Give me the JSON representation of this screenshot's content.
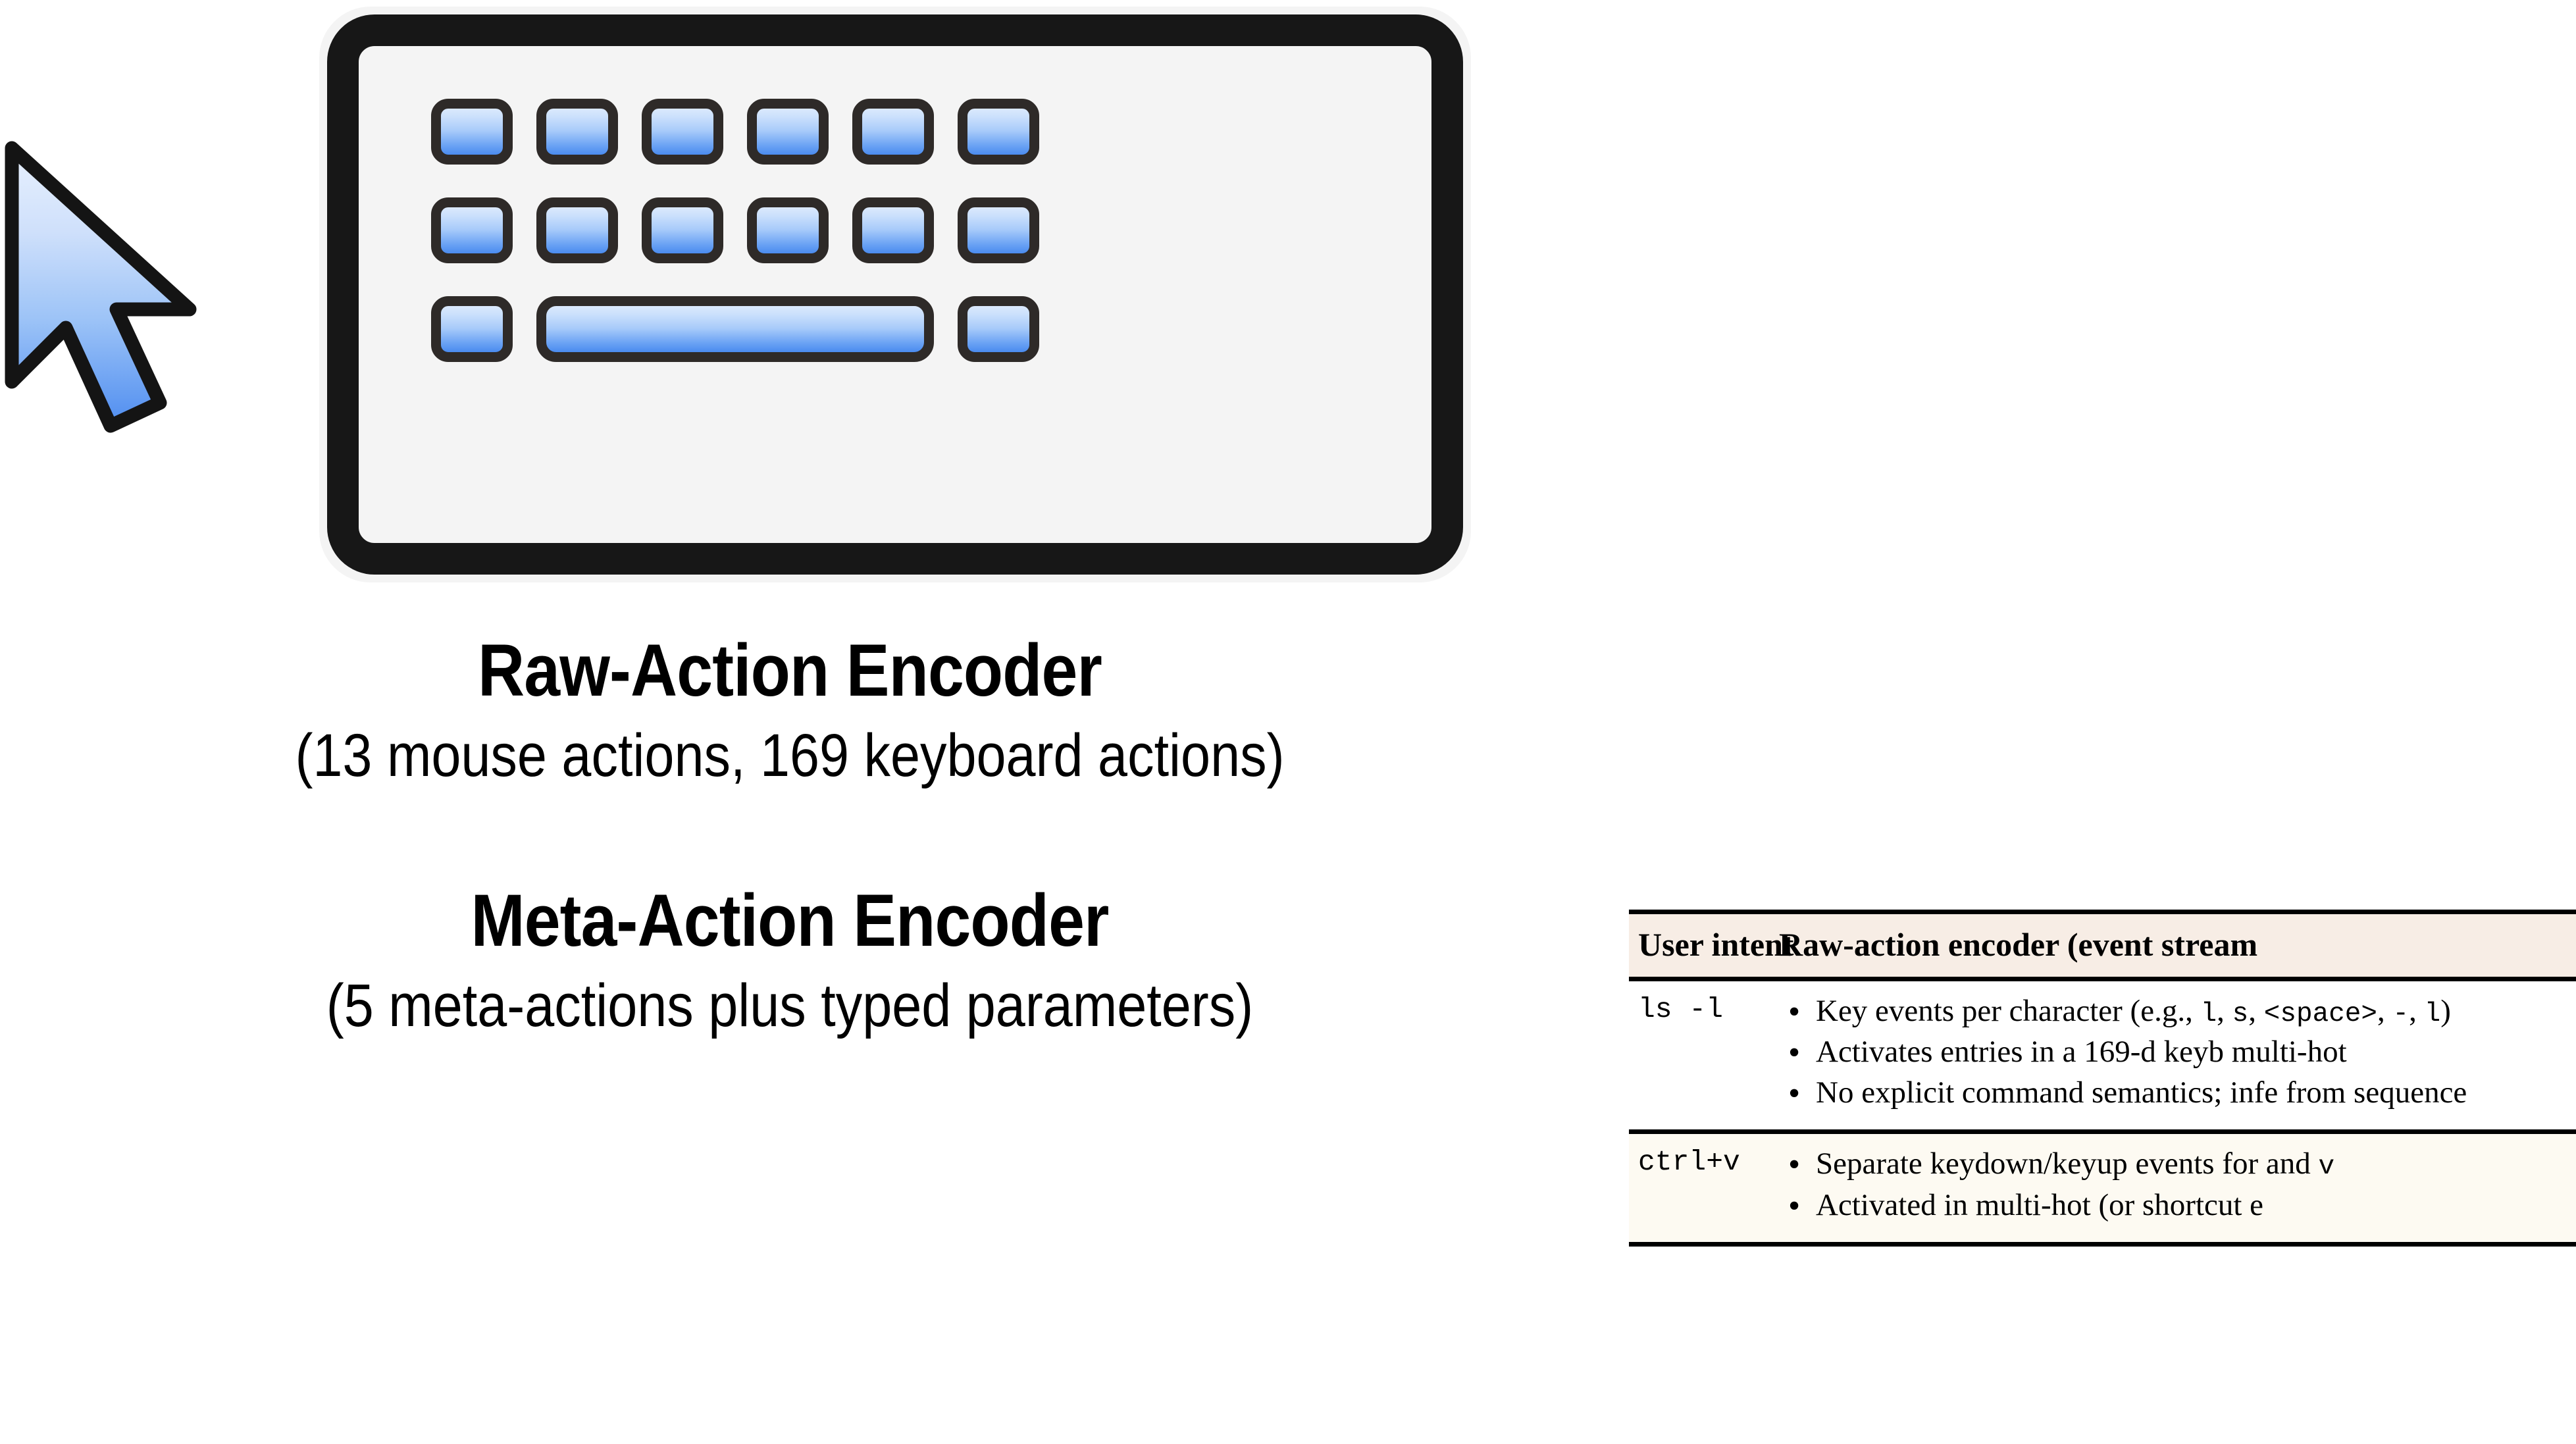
{
  "illustration": {
    "cursor_icon": "mouse-cursor-arrow-icon",
    "keyboard_icon": "keyboard-icon",
    "keyboard_rows": [
      {
        "row": 1,
        "keys": 6,
        "kind": "normal"
      },
      {
        "row": 2,
        "keys": 6,
        "kind": "normal"
      },
      {
        "row": 3,
        "keys": 3,
        "kind": "space-row"
      }
    ],
    "colors": {
      "key_gradient_top": "#dbe9fd",
      "key_gradient_bottom": "#4a8bef",
      "key_border": "#2e2a28",
      "keyboard_border": "#171717",
      "keyboard_body": "#f4f4f4",
      "cursor_fill_top": "#e2edfd",
      "cursor_fill_bottom": "#4f8df0",
      "cursor_outline": "#141414"
    }
  },
  "encoders": [
    {
      "id": "raw-action",
      "title": "Raw-Action Encoder",
      "subtitle": "(13 mouse actions, 169 keyboard actions)"
    },
    {
      "id": "meta-action",
      "title": "Meta-Action Encoder",
      "subtitle": "(5 meta-actions plus typed parameters)"
    }
  ],
  "comparison_table": {
    "columns": [
      "User intent",
      "Raw-action encoder (event stream"
    ],
    "header_background": "#f7ede5",
    "rows": [
      {
        "intent": "ls -l",
        "background": "#ffffff",
        "bullets": [
          "Key events per character (e.g., l, s, <space>, -, l)",
          "Activates entries in a 169-d keyb multi-hot",
          "No explicit command semantics; infe from sequence"
        ]
      },
      {
        "intent": "ctrl+v",
        "background": "#fdfaf2",
        "bullets": [
          "Separate keydown/keyup events for and v",
          "Activated in multi-hot (or shortcut e"
        ]
      }
    ]
  }
}
